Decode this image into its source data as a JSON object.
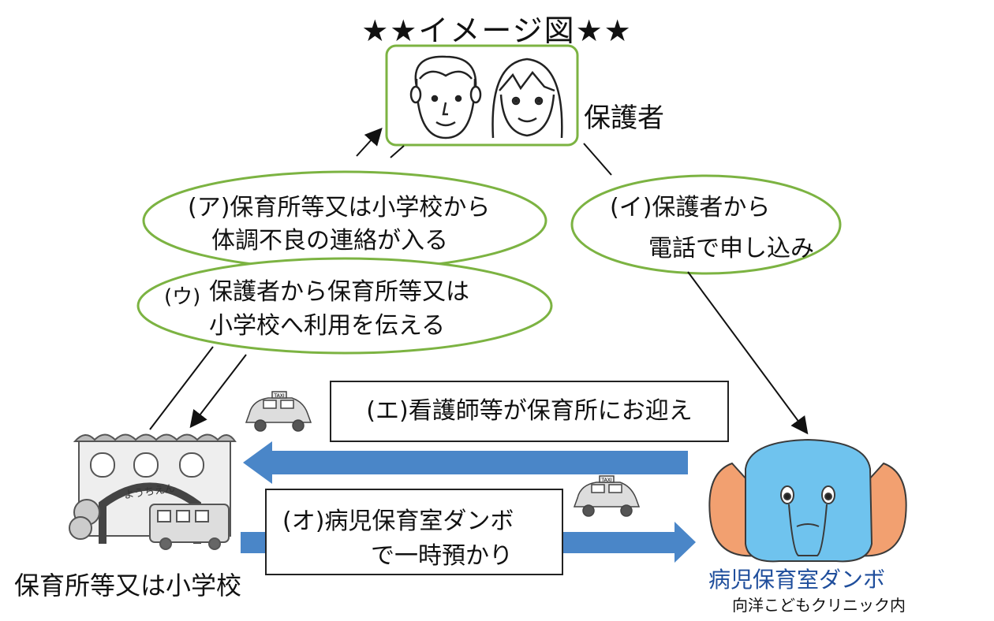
{
  "title": "★★イメージ図★★",
  "guardian_label": "保護者",
  "steps": {
    "a_line1": "(ア)保育所等又は小学校から",
    "a_line2": "体調不良の連絡が入る",
    "i_line1": "(イ)保護者から",
    "i_line2": "電話で申し込み",
    "u_prefix": "(ウ)",
    "u_line1": "保護者から保育所等又は",
    "u_line2": "小学校へ利用を伝える",
    "e": "(エ)看護師等が保育所にお迎え",
    "o_line1": "(オ)病児保育室ダンボ",
    "o_line2": "で一時預かり"
  },
  "school_label": "保育所等又は小学校",
  "kindergarten_sign": "ようちえん",
  "taxi_sign_1": "TAXI",
  "taxi_sign_2": "TAXI",
  "dambo_name": "病児保育室ダンボ",
  "dambo_sub": "向洋こどもクリニック内",
  "colors": {
    "ellipse_stroke": "#7cb342",
    "arrow_blue": "#4a86c8",
    "elephant_blue": "#6fc3ee",
    "elephant_ear": "#f2a070"
  }
}
